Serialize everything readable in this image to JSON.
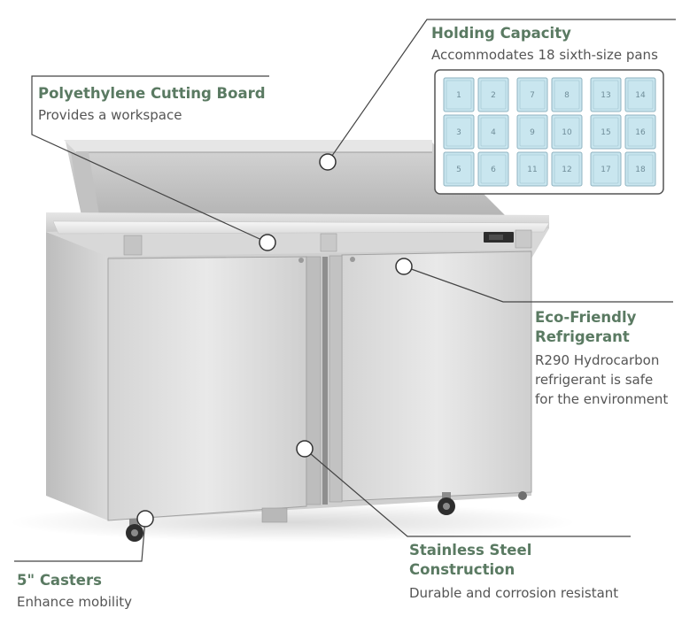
{
  "callouts": {
    "cutting_board": {
      "title": "Polyethylene Cutting Board",
      "desc": "Provides a workspace"
    },
    "holding": {
      "title": "Holding Capacity",
      "desc": "Accommodates 18 sixth-size pans"
    },
    "eco": {
      "title_line1": "Eco-Friendly",
      "title_line2": "Refrigerant",
      "desc_line1": "R290 Hydrocarbon",
      "desc_line2": "refrigerant is safe",
      "desc_line3": "for the environment"
    },
    "steel": {
      "title_line1": "Stainless Steel",
      "title_line2": "Construction",
      "desc": "Durable and corrosion resistant"
    },
    "casters": {
      "title": "5\" Casters",
      "desc": "Enhance mobility"
    }
  },
  "pans": {
    "count": 18,
    "labels": [
      "1",
      "2",
      "7",
      "8",
      "13",
      "14",
      "3",
      "4",
      "9",
      "10",
      "15",
      "16",
      "5",
      "6",
      "11",
      "12",
      "17",
      "18"
    ]
  },
  "colors": {
    "title": "#5a7a62",
    "text": "#555555",
    "pan_fill": "#c9e6ef",
    "steel_light": "#e2e2e2",
    "steel_dark": "#a9a9a9"
  }
}
